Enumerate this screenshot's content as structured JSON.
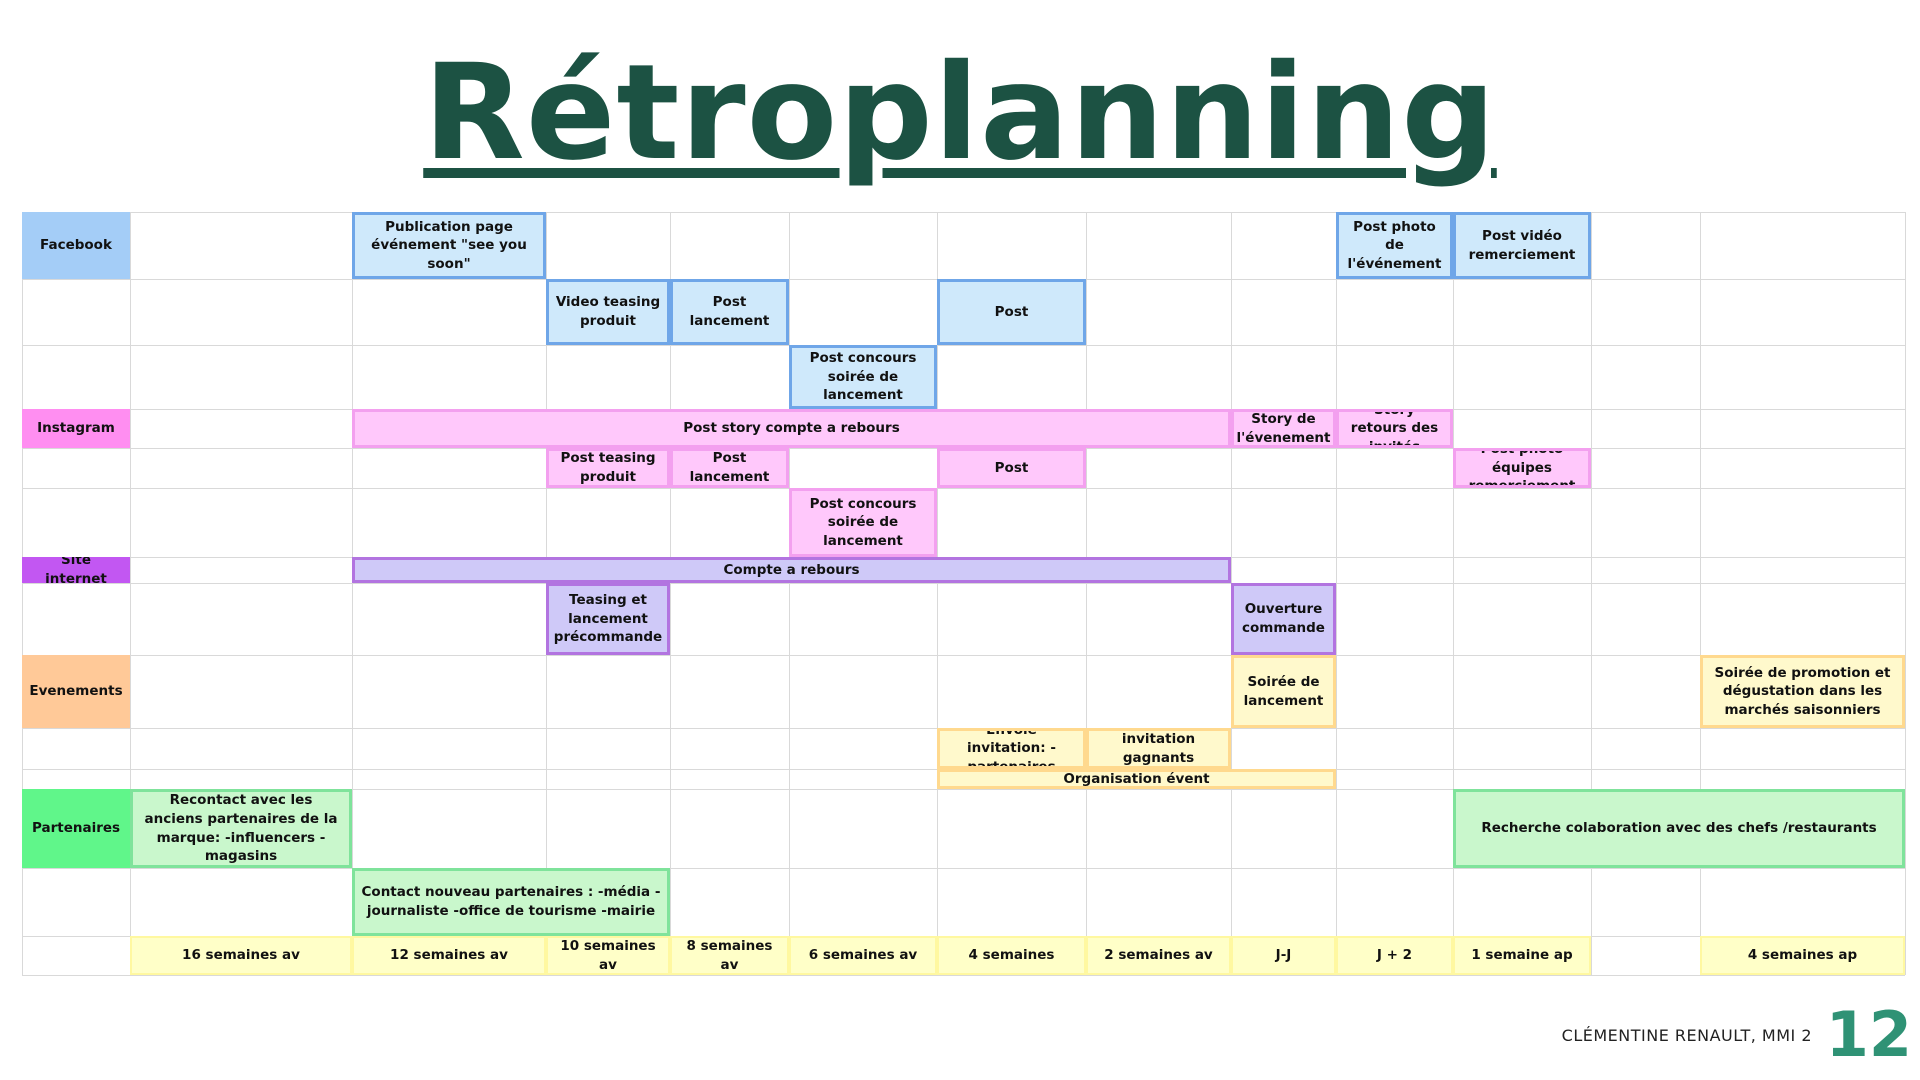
{
  "title": "Rétroplanning",
  "footer": {
    "author": "CLÉMENTINE RENAULT, MMI 2",
    "page": "12"
  },
  "colors": {
    "title": "#1c5243",
    "facebook": "#a4cdf7",
    "instagram": "#ff8ef1",
    "site_internet": "#c257f2",
    "evenements": "#ffc998",
    "partenaires": "#60f68a",
    "week_band": "#ffffc8"
  },
  "categories": {
    "facebook": "Facebook",
    "instagram": "Instagram",
    "site_internet": "Site internet",
    "evenements": "Evenements",
    "partenaires": "Partenaires"
  },
  "tasks": {
    "fb_publication": "Publication page événement \"see you soon\"",
    "fb_photo_event": "Post photo de l'événement",
    "fb_video_remerciement": "Post vidéo remerciement",
    "fb_video_teasing": "Video teasing produit",
    "fb_post_lancement": "Post lancement",
    "fb_post": "Post",
    "fb_concours": "Post concours soirée de lancement",
    "ig_story_rebours": "Post story compte a rebours",
    "ig_story_event": "Story de l'évenement",
    "ig_story_retours": "Story retours des invités",
    "ig_teasing": "Post teasing produit",
    "ig_post_lancement": "Post lancement",
    "ig_post": "Post",
    "ig_photo_equipes": "Post photo équipes remerciement",
    "ig_concours": "Post concours soirée de lancement",
    "site_rebours": "Compte a rebours",
    "site_teasing": "Teasing et lancement précommande",
    "site_ouverture": "Ouverture commande",
    "ev_soiree_lancement": "Soirée de lancement",
    "ev_soiree_promotion": "Soirée de promotion et dégustation dans les marchés saisonniers",
    "ev_invit_partenaires": "Envoie invitation: -partenaires",
    "ev_invit_gagnants": "Envoie invitation gagnants concours",
    "ev_organisation": "Organisation évent",
    "pt_recontact": "Recontact avec les anciens partenaires de la marque: -influencers -magasins",
    "pt_recherche": "Recherche colaboration avec des chefs /restaurants",
    "pt_contact": "Contact nouveau partenaires : -média -journaliste -office de tourisme -mairie"
  },
  "weeks": [
    "16 semaines av",
    "12 semaines av",
    "10 semaines av",
    "8 semaines av",
    "6 semaines av",
    "4 semaines",
    "2 semaines av",
    "J-J",
    "J + 2",
    "1 semaine ap",
    "",
    "4 semaines ap"
  ]
}
